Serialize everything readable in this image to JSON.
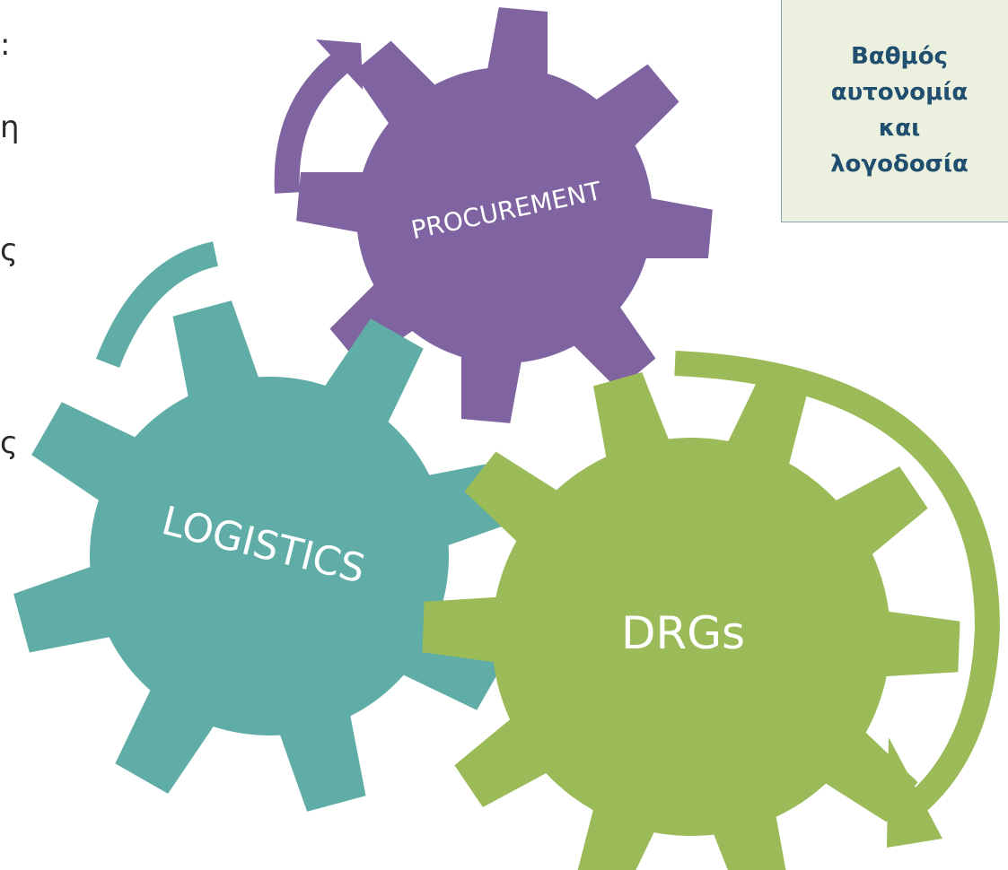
{
  "margin_fragments": [
    ":",
    "η",
    "ς",
    "ς"
  ],
  "callout": {
    "lines": [
      "Βαθμός",
      "αυτονομία",
      "και",
      "λογοδοσία"
    ]
  },
  "gears": [
    {
      "id": "procurement",
      "label": "PROCUREMENT",
      "color": "#8064a2"
    },
    {
      "id": "logistics",
      "label": "LOGISTICS",
      "color": "#5fada6"
    },
    {
      "id": "drgs",
      "label": "DRGs",
      "color": "#9bbb59"
    }
  ]
}
